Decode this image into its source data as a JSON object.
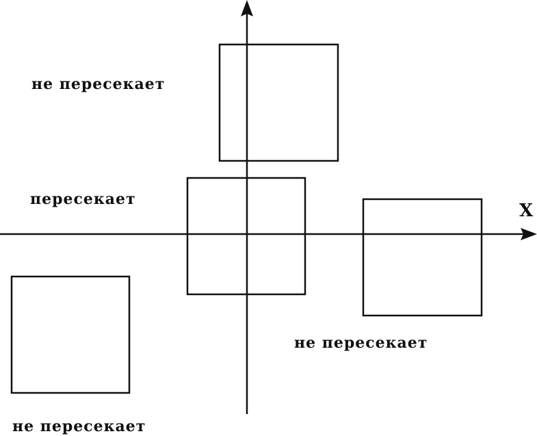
{
  "axis": {
    "x_label": "X"
  },
  "labels": {
    "top_square": "не пересекает",
    "center_square": "пересекает",
    "right_square": "не пересекает",
    "bottom_left_square": "не пересекает"
  }
}
